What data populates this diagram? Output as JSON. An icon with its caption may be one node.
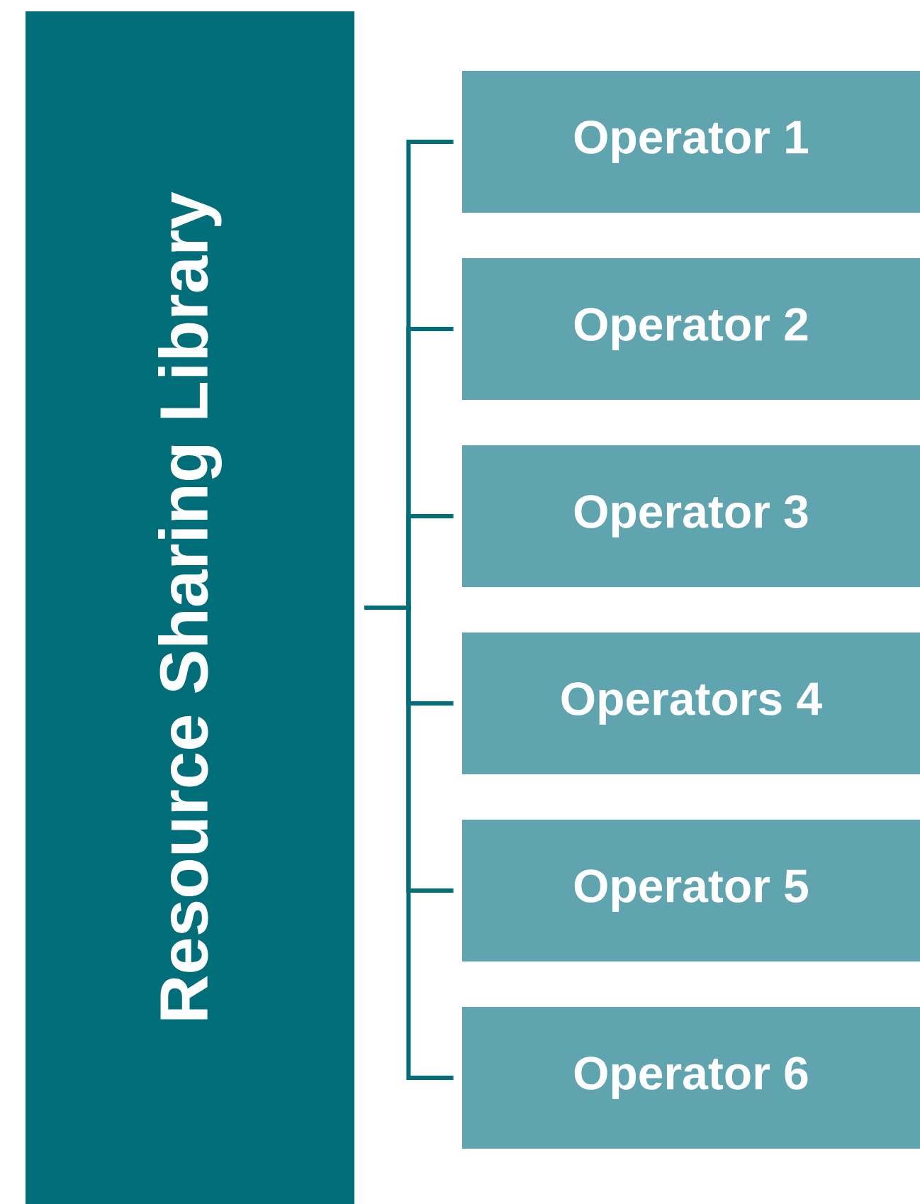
{
  "diagram": {
    "nodes": [
      {
        "text": [
          "Resource Sharing Library"
        ]
      },
      {
        "text": [
          "Operator 1"
        ]
      },
      {
        "text": [
          "Operator 2"
        ]
      },
      {
        "text": [
          "Operator 3"
        ]
      },
      {
        "text": [
          "Operators 4"
        ]
      },
      {
        "text": [
          "Operator 5"
        ]
      },
      {
        "text": [
          "Operator 6"
        ]
      }
    ],
    "edges": [
      {
        "from": 0,
        "to": 1,
        "arrow": "none"
      },
      {
        "from": 0,
        "to": 2,
        "arrow": "none"
      },
      {
        "from": 0,
        "to": 3,
        "arrow": "none"
      },
      {
        "from": 0,
        "to": 4,
        "arrow": "none"
      },
      {
        "from": 0,
        "to": 5,
        "arrow": "none"
      },
      {
        "from": 0,
        "to": 6,
        "arrow": "none"
      }
    ]
  }
}
